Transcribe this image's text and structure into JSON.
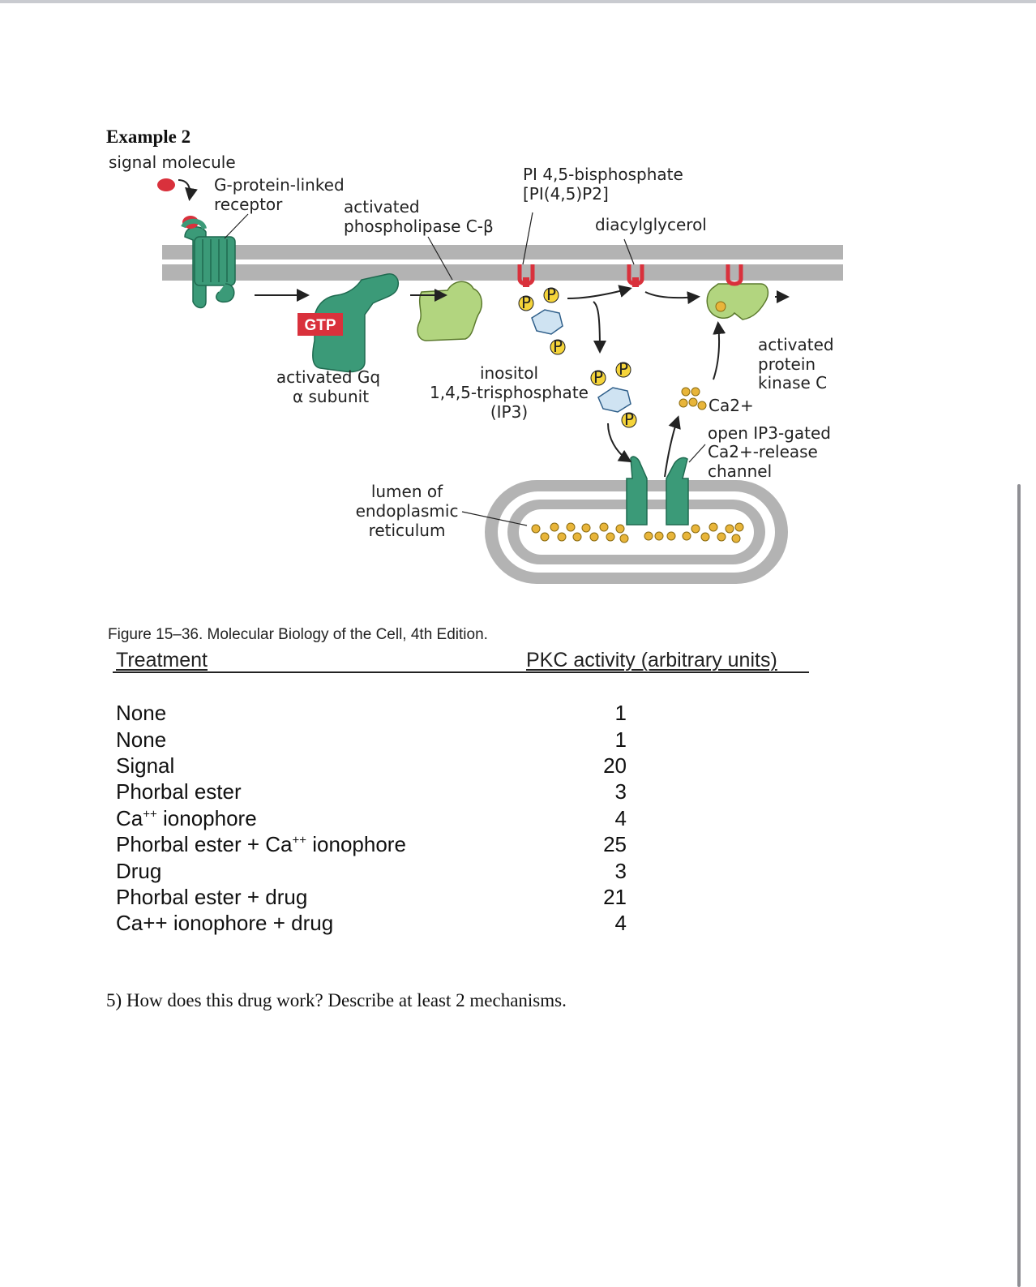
{
  "heading": "Example 2",
  "diagram": {
    "labels": {
      "signal_molecule": "signal molecule",
      "gpcr_1": "G-protein-linked",
      "gpcr_2": "receptor",
      "plc_1": "activated",
      "plc_2": "phospholipase C-β",
      "pip2_1": "PI 4,5-bisphosphate",
      "pip2_2": "[PI(4,5)P2]",
      "dag": "diacylglycerol",
      "gtp": "GTP",
      "gq_1": "activated Gq",
      "gq_2": "α subunit",
      "ip3_1": "inositol",
      "ip3_2": "1,4,5-trisphosphate",
      "ip3_3": "(IP3)",
      "pkc_1": "activated",
      "pkc_2": "protein",
      "pkc_3": "kinase C",
      "ca": "Ca2+",
      "channel_1": "open IP3-gated",
      "channel_2": "Ca2+-release",
      "channel_3": "channel",
      "er_1": "lumen of",
      "er_2": "endoplasmic",
      "er_3": "reticulum",
      "p": "P"
    },
    "colors": {
      "membrane": "#b3b3b3",
      "receptor": "#3b9a78",
      "plc": "#b2d57f",
      "gtp_badge": "#d9313c",
      "phosphate": "#f5d43a",
      "inositol": "#cfe3f2",
      "calcium": "#e8b53a",
      "signal": "#d9313c"
    }
  },
  "caption": "Figure 15–36. Molecular Biology of the Cell, 4th Edition.",
  "table": {
    "col_treatment": "Treatment",
    "col_activity": "PKC activity (arbitrary units)",
    "rows": [
      {
        "treatment": "None",
        "activity": "1"
      },
      {
        "treatment": "None",
        "activity": "1"
      },
      {
        "treatment": "Signal",
        "activity": "20"
      },
      {
        "treatment": "Phorbal ester",
        "activity": "3"
      },
      {
        "treatment_pre": "Ca",
        "treatment_sup": "++",
        "treatment_post": " ionophore",
        "activity": "4"
      },
      {
        "treatment_pre": "Phorbal ester + Ca",
        "treatment_sup": "++",
        "treatment_post": " ionophore",
        "activity": "25"
      },
      {
        "treatment": "Drug",
        "activity": "3"
      },
      {
        "treatment": "Phorbal ester + drug",
        "activity": "21"
      },
      {
        "treatment": "Ca++ ionophore + drug",
        "activity": "4"
      }
    ]
  },
  "question": "5)  How does this drug work? Describe at least 2 mechanisms."
}
